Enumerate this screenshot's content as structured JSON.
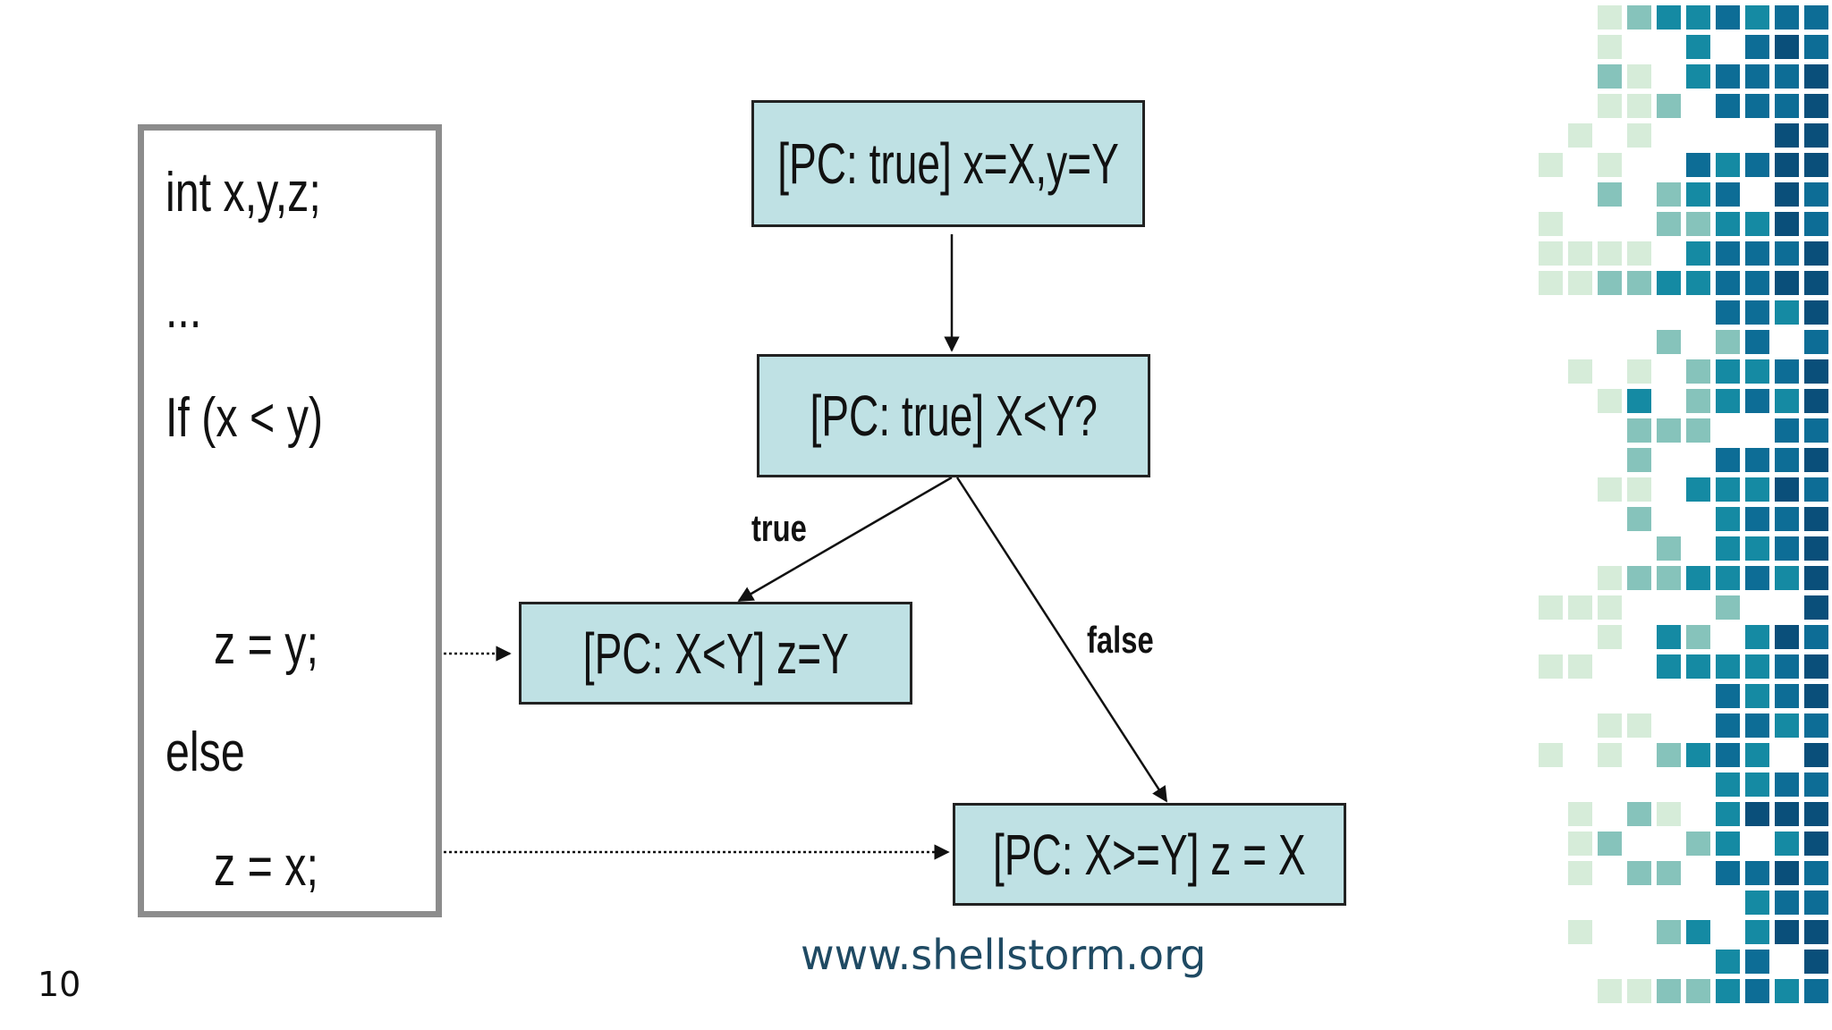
{
  "code": {
    "lines": [
      "int x,y,z;",
      "...",
      "If (x < y)",
      "z = y;",
      "else",
      "z = x;"
    ]
  },
  "nodes": {
    "start": "[PC: true] x=X,y=Y",
    "cond": "[PC: true] X<Y?",
    "true_branch": "[PC: X<Y] z=Y",
    "false_branch": "[PC: X>=Y] z = X"
  },
  "edges": {
    "true_label": "true",
    "false_label": "false"
  },
  "footer": {
    "url": "www.shellstorm.org",
    "page_number": "10"
  },
  "colors": {
    "node_fill": "#bfe1e4",
    "mosaic": [
      "#d6ecd9",
      "#86c3bb",
      "#158aa3",
      "#0d6d96",
      "#0a4f7a"
    ]
  }
}
